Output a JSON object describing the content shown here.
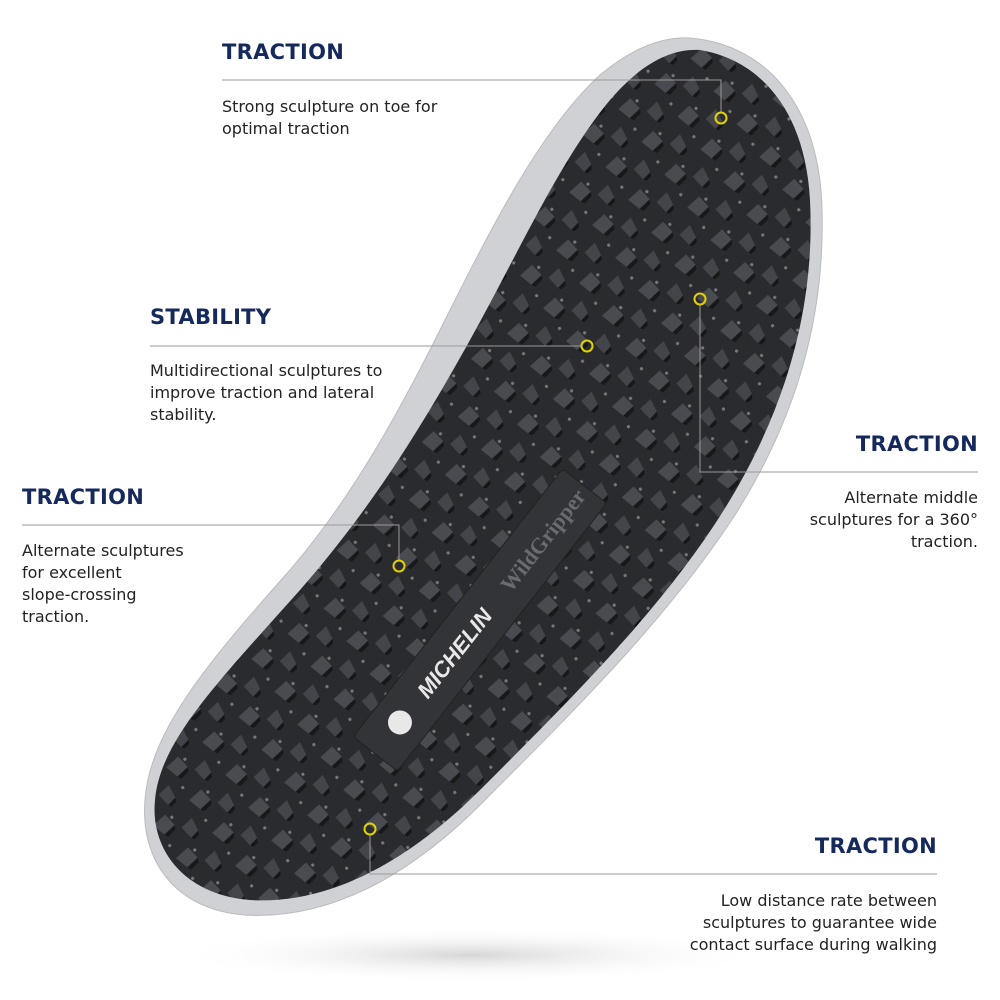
{
  "colors": {
    "heading": "#16295c",
    "marker": "#e3d200",
    "line": "#9a9a9a",
    "sole_rim": "#cfd1d4",
    "sole_rubber": "#2a2b2e",
    "lug": "#3b3c40"
  },
  "logo": {
    "brand": "MICHELIN",
    "product": "WildGripper"
  },
  "callouts": [
    {
      "title": "TRACTION",
      "lines": [
        "Strong sculpture on toe for",
        "optimal traction"
      ]
    },
    {
      "title": "STABILITY",
      "lines": [
        "Multidirectional sculptures to",
        "improve traction and lateral",
        "stability."
      ]
    },
    {
      "title": "TRACTION",
      "lines": [
        "Alternate middle",
        "sculptures for a 360°",
        "traction."
      ]
    },
    {
      "title": "TRACTION",
      "lines": [
        "Alternate sculptures",
        "for excellent",
        "slope-crossing",
        "traction."
      ]
    },
    {
      "title": "TRACTION",
      "lines": [
        "Low distance rate between",
        "sculptures to guarantee wide",
        "contact surface during walking"
      ]
    }
  ]
}
